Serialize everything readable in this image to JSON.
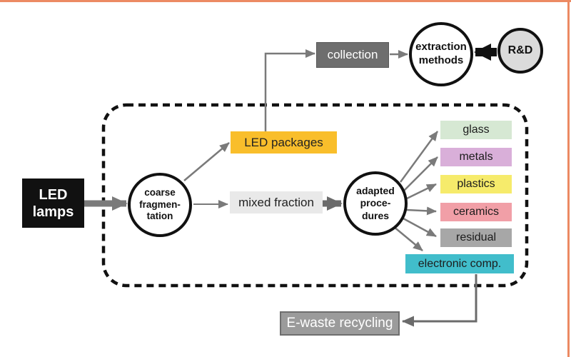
{
  "frame": {
    "accent_color": "#EC8A63"
  },
  "boundary": {
    "name": "system boundary (dashed)",
    "stroke": "#111111"
  },
  "nodes": {
    "led_lamps": {
      "label": "LED\nlamps",
      "color": "#111111"
    },
    "coarse_fragmentation": {
      "label": "coarse\nfragmen-\ntation"
    },
    "led_packages": {
      "label": "LED packages",
      "color": "#F9BE2B"
    },
    "collection": {
      "label": "collection",
      "color": "#6E6E6E"
    },
    "extraction_methods": {
      "label": "extraction\nmethods"
    },
    "rnd": {
      "label": "R&D",
      "color": "#DBDBDB"
    },
    "mixed_fraction": {
      "label": "mixed fraction",
      "color": "#E9E9E9"
    },
    "adapted_procedures": {
      "label": "adapted\nproce-\ndures"
    },
    "outputs": [
      {
        "label": "glass",
        "color": "#D6E8D3"
      },
      {
        "label": "metals",
        "color": "#D9AFD9"
      },
      {
        "label": "plastics",
        "color": "#F6EB6B"
      },
      {
        "label": "ceramics",
        "color": "#F19FA7"
      },
      {
        "label": "residual",
        "color": "#A7A7A7"
      },
      {
        "label": "electronic comp.",
        "color": "#41BDCB"
      }
    ],
    "ewaste_recycling": {
      "label": "E-waste recycling",
      "color": "#9B9B9B"
    }
  },
  "arrow_colors": {
    "thin": "#7A7A7A",
    "thick": "#6B6B6B",
    "black": "#111111"
  }
}
